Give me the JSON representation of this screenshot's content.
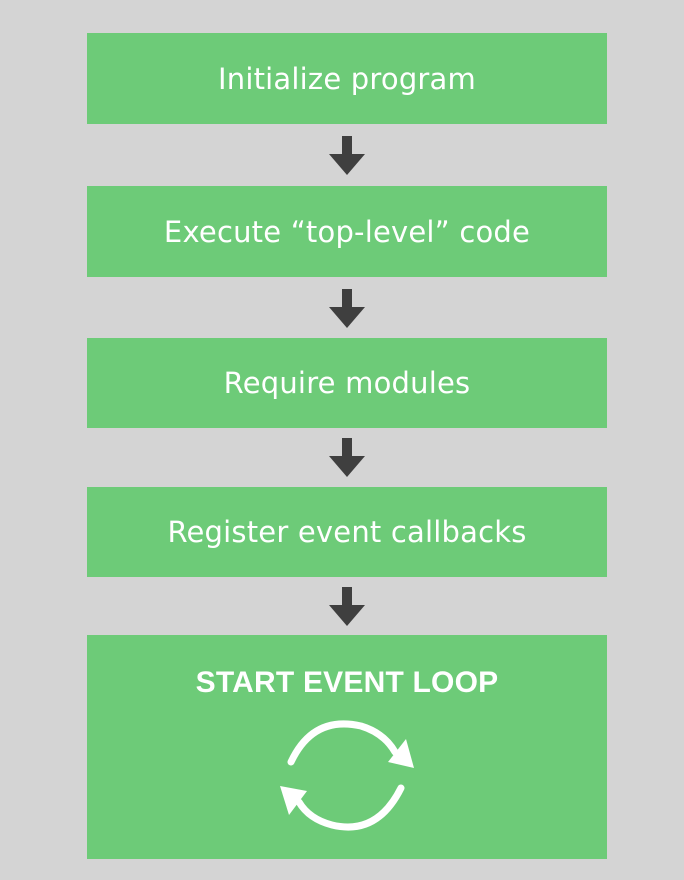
{
  "steps": [
    {
      "label": "Initialize program"
    },
    {
      "label": "Execute “top-level” code"
    },
    {
      "label": "Require modules"
    },
    {
      "label": "Register event callbacks"
    },
    {
      "label": "START EVENT LOOP"
    }
  ],
  "icons": {
    "connector": "down-arrow-icon",
    "loop": "cycle-arrows-icon"
  },
  "colors": {
    "background": "#d4d4d4",
    "box": "#6dcb78",
    "text": "#ffffff",
    "arrow": "#3f3f3f"
  }
}
